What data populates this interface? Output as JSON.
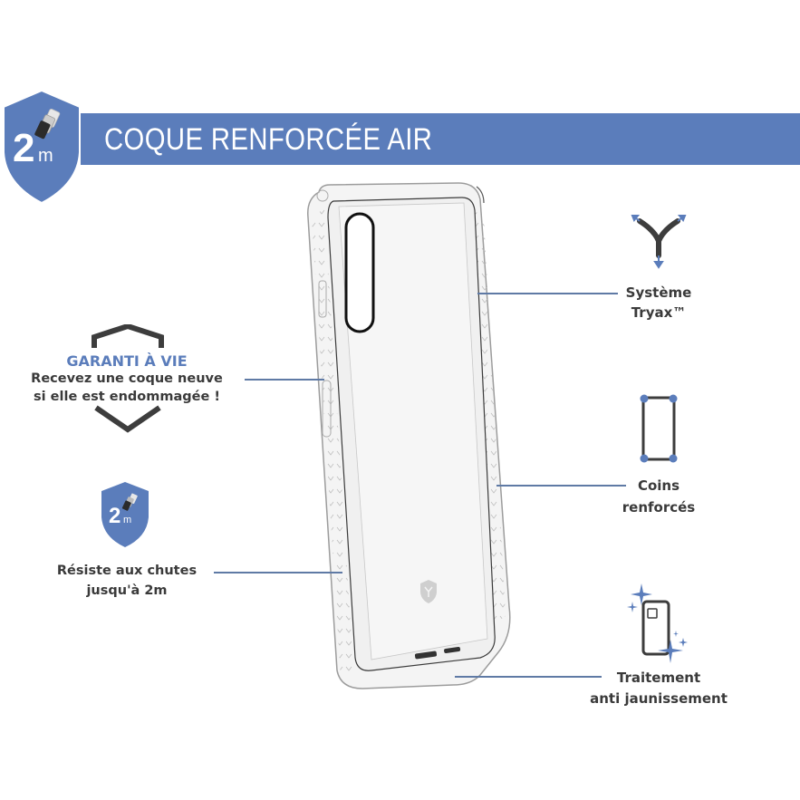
{
  "header": {
    "title": "COQUE RENFORCÉE AIR",
    "badge": {
      "number": "2",
      "unit": "m",
      "icon": "shield-drop-icon"
    },
    "color": "#5b7dbb"
  },
  "product": {
    "image": "clear-phone-case",
    "logo_icon": "shield-logo-icon"
  },
  "features_left": [
    {
      "id": "guarantee",
      "icon": "shield-outline-icon",
      "title": "GARANTI À VIE",
      "lines": [
        "Recevez une coque neuve",
        "si elle est endommagée !"
      ]
    },
    {
      "id": "drop-resistance",
      "icon": "shield-2m-icon",
      "badge_number": "2",
      "badge_unit": "m",
      "lines": [
        "Résiste aux chutes",
        "jusqu'à 2m"
      ]
    }
  ],
  "features_right": [
    {
      "id": "tryax",
      "icon": "tryax-arrows-icon",
      "lines": [
        "Système",
        "Tryax™"
      ]
    },
    {
      "id": "corners",
      "icon": "reinforced-corners-icon",
      "lines": [
        "Coins",
        "renforcés"
      ]
    },
    {
      "id": "anti-yellowing",
      "icon": "sparkle-phone-icon",
      "lines": [
        "Traitement",
        "anti jaunissement"
      ]
    }
  ],
  "colors": {
    "accent": "#5b7dbb",
    "text": "#3a3a3a",
    "leader": "#5f7aa5",
    "icon_dark": "#3d3d3d"
  }
}
